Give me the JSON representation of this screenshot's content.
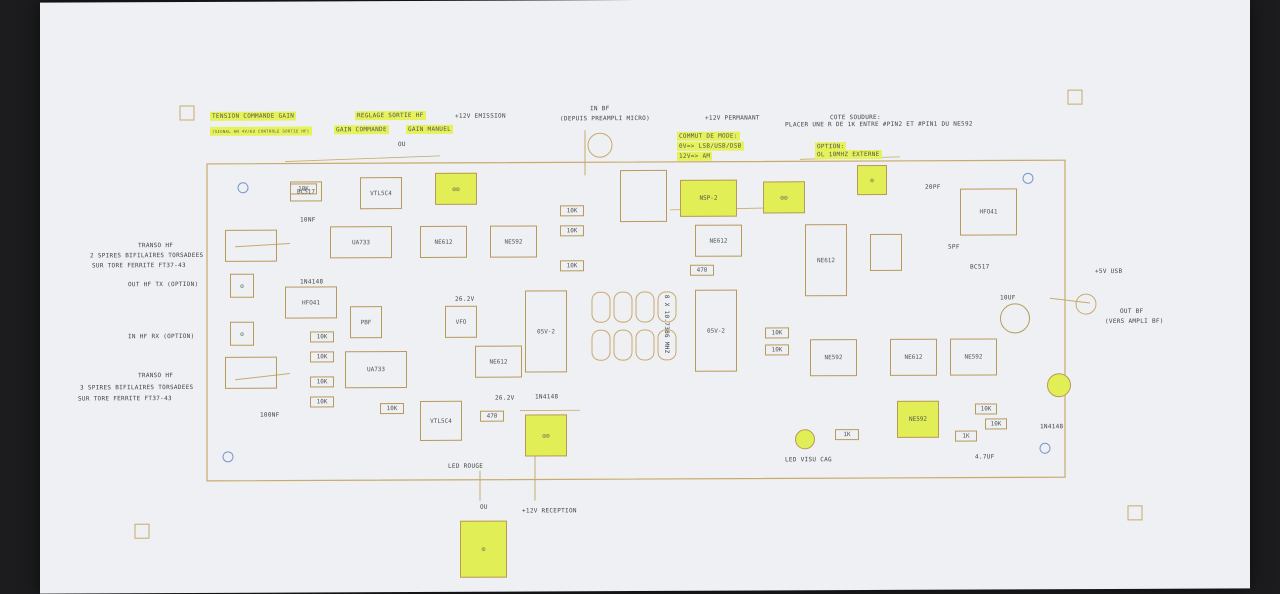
{
  "board": {
    "labels_top": {
      "tension": "TENSION COMMANDE GAIN",
      "tension_sub": "(SIGNAL AN 4V/6U CONTROLE SORTIE HF)",
      "gain_cmd": "GAIN COMMANDE",
      "reglage": "REGLAGE SORTIE HF",
      "gain_manuel": "GAIN MANUEL",
      "ou1": "OU",
      "plus12_emission": "+12V EMISSION",
      "in_bf": "IN BF",
      "depuis": "(DEPUIS PREAMPLI MICRO)",
      "plus12_permanant": "+12V PERMANANT",
      "cote": "COTE SOUDURE:",
      "placer": "PLACER UNE R DE 1K ENTRE #PIN2 ET #PIN1 DU NE592",
      "commut": "COMMUT DE MODE:",
      "commut2": "0V=> LSB/USB/DSB",
      "commut3": "12V=> AM",
      "option": "OPTION:",
      "option2": "OL 10MHZ EXTERNE"
    },
    "labels_left": {
      "transo1": "TRANSO HF",
      "transo1b": "2 SPIRES BIFILAIRES TORSADEES",
      "transo1c": "SUR TORE FERRITE FT37-43",
      "out_hf": "OUT HF TX (OPTION)",
      "in_hf": "IN HF RX (OPTION)",
      "transo2": "TRANSO HF",
      "transo2b": "3 SPIRES BIFILAIRES TORSADEES",
      "transo2c": "SUR TORE FERRITE FT37-43"
    },
    "labels_right": {
      "usb": "+5V USB",
      "out_bf": "OUT BF",
      "vers": "(VERS AMPLI BF)"
    },
    "labels_bottom": {
      "led_rouge": "LED ROUGE",
      "ou2": "OU",
      "reception": "+12V RECEPTION",
      "led_visu": "LED VISU CAG"
    },
    "parts": {
      "bc517": "BC517",
      "vtl": "VTL5C4",
      "ua733": "UA733",
      "ne612": "NE612",
      "ne592": "NE592",
      "k10": "10K",
      "k1": "1K",
      "n100": "100NF",
      "n10": "10NF",
      "r470": "470",
      "v26": "26.2V",
      "diode": "1N4148",
      "hfo41": "HFO41",
      "filter": "05V-2",
      "xtal": "8 X 10.7386 MHZ",
      "nsp": "NSP-2",
      "uf47": "4.7UF",
      "uf10": "10UF",
      "pf5": "5PF",
      "pf20": "20PF",
      "vfo": "VFO",
      "pbf": "PBF"
    }
  }
}
